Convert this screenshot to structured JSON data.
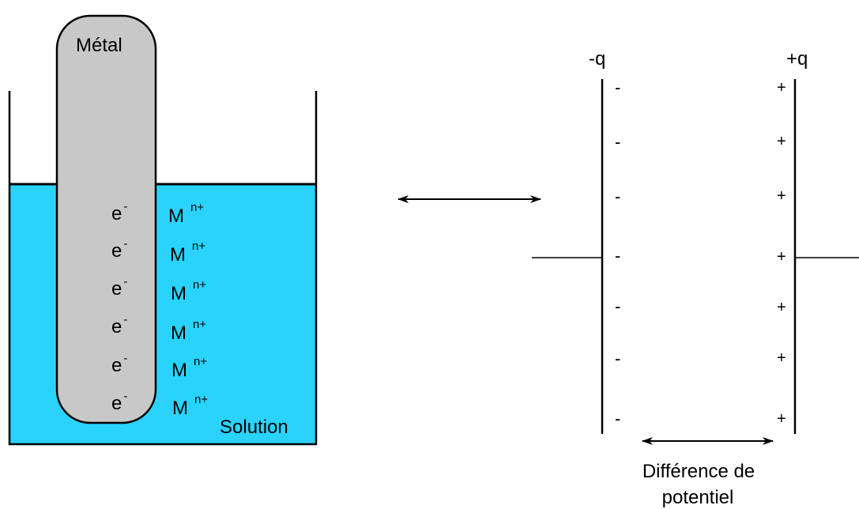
{
  "electrode": {
    "metal_label": "Métal",
    "solution_label": "Solution",
    "colors": {
      "solution": "#29d3fc",
      "metal": "#c8c8c8",
      "stroke": "#000000"
    },
    "electron": {
      "base": "e",
      "sup": "-"
    },
    "ion": {
      "base": "M",
      "sup": "n+"
    },
    "pair_count": 6
  },
  "equivalence_arrow": {
    "icon": "double-headed-arrow"
  },
  "capacitor": {
    "left_plate_label": "-q",
    "right_plate_label": "+q",
    "neg_sign": "-",
    "pos_sign": "+",
    "sign_count": 7
  },
  "potential": {
    "label_line1": "Différence de",
    "label_line2": "potentiel"
  }
}
